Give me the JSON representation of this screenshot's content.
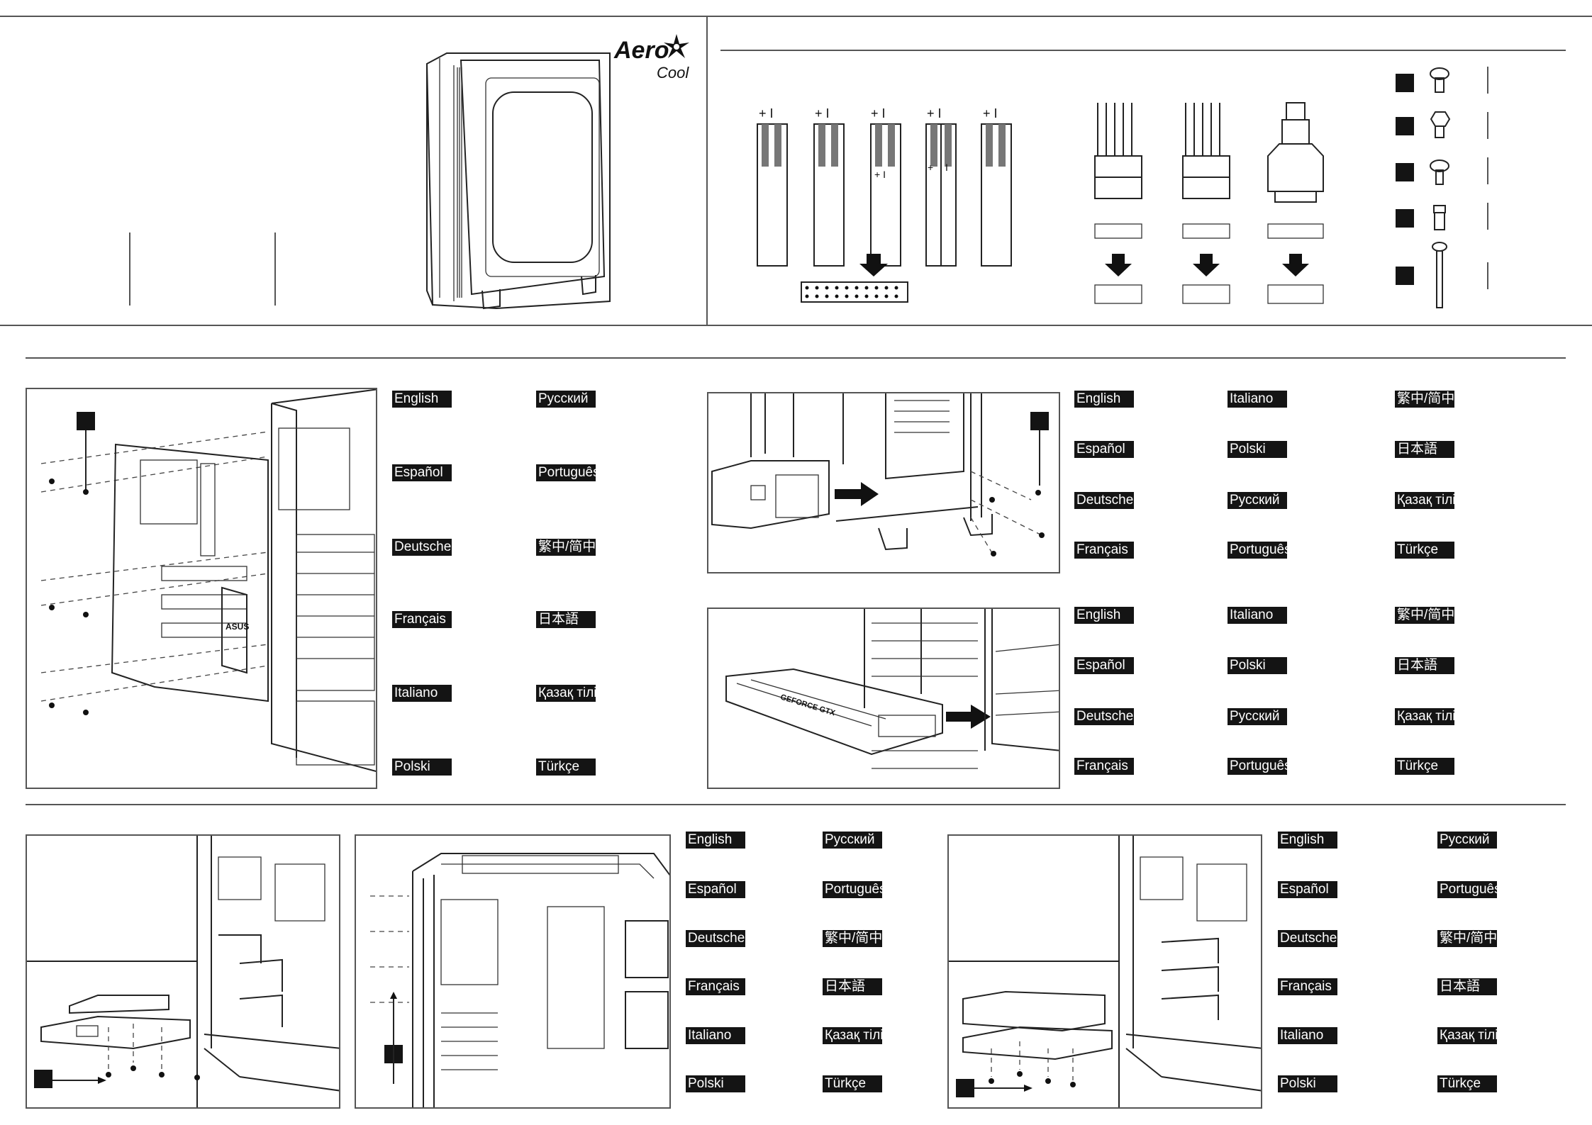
{
  "brand": {
    "name_line1": "Aero",
    "name_line2": "Cool"
  },
  "pinout": {
    "plus_minus": "+ I",
    "plus": "+",
    "minus": "I"
  },
  "screws": {
    "count": 5
  },
  "section_motherboard": {
    "languages_left": [
      "English",
      "Español",
      "Deutsche",
      "Français",
      "Italiano",
      "Polski"
    ],
    "languages_right": [
      "Русский",
      "Português",
      "繁中/简中",
      "日本語",
      "Қазақ тілі",
      "Türkçe"
    ]
  },
  "section_psu": {
    "languages_col1": [
      "English",
      "Español",
      "Deutsche",
      "Français"
    ],
    "languages_col2": [
      "Italiano",
      "Polski",
      "Русский",
      "Português"
    ],
    "languages_col3": [
      "繁中/简中",
      "日本語",
      "Қазақ тілі",
      "Türkçe"
    ]
  },
  "section_gpu": {
    "gpu_label": "GEFORCE GTX",
    "languages_col1": [
      "English",
      "Español",
      "Deutsche",
      "Français"
    ],
    "languages_col2": [
      "Italiano",
      "Polski",
      "Русский",
      "Português"
    ],
    "languages_col3": [
      "繁中/简中",
      "日本語",
      "Қазақ тілі",
      "Türkçe"
    ]
  },
  "section_ssd": {
    "languages_left": [
      "English",
      "Español",
      "Deutsche",
      "Français",
      "Italiano",
      "Polski"
    ],
    "languages_right": [
      "Русский",
      "Português",
      "繁中/简中",
      "日本語",
      "Қазақ тілі",
      "Türkçe"
    ]
  },
  "section_hdd": {
    "languages_left": [
      "English",
      "Español",
      "Deutsche",
      "Français",
      "Italiano",
      "Polski"
    ],
    "languages_right": [
      "Русский",
      "Português",
      "繁中/简中",
      "日本語",
      "Қазақ тілі",
      "Türkçe"
    ]
  },
  "motherboard_label": "ASUS"
}
